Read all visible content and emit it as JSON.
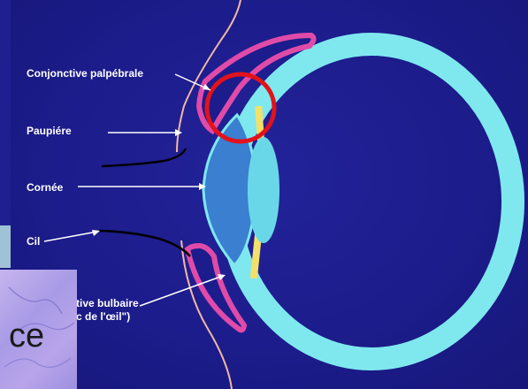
{
  "labels": {
    "conjonctive_palpebrale": "Conjonctive palpébrale",
    "paupiere": "Paupiére",
    "cornee": "Cornée",
    "cil": "Cil",
    "conjonctive_bulbaire_1": "tive bulbaire",
    "conjonctive_bulbaire_2": "c de l'œil\")"
  },
  "inset": {
    "text": "ce"
  },
  "colors": {
    "background": "#1c1c8c",
    "sclera": "#7fe8ef",
    "conjunctiva": "#e04ba8",
    "eyelid_skin": "#f3b8a0",
    "cornea": "#3a7fd0",
    "lens": "#6ad7e8",
    "iris": "#f3e06a",
    "highlight_circle": "#e3121a",
    "eyelash": "#000000"
  }
}
